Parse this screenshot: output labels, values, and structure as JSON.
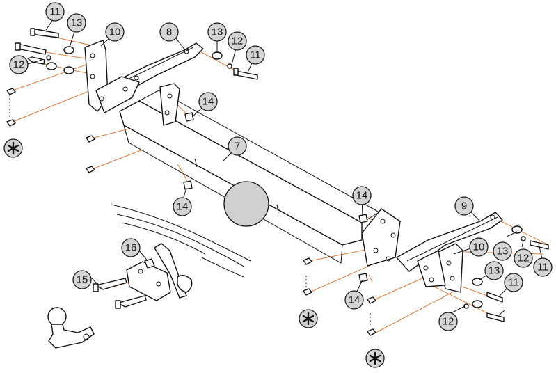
{
  "callouts": {
    "c7": "7",
    "c8": "8",
    "c9": "9",
    "c10_left": "10",
    "c10_right": "10",
    "c11_top_left": "11",
    "c11_top_right": "11",
    "c11_right_upper": "11",
    "c11_right_lower": "11",
    "c12_left": "12",
    "c12_top_right": "12",
    "c12_right_mid": "12",
    "c12_right_low": "12",
    "c13_left": "13",
    "c13_top_right": "13",
    "c13_right_mid": "13",
    "c13_right_low": "13",
    "c14_upper": "14",
    "c14_mid": "14",
    "c14_right_upper": "14",
    "c14_right_lower": "14",
    "c15": "15",
    "c16": "16"
  },
  "markers": {
    "star_left": "*",
    "star_mid": "*",
    "star_bottom": "*"
  },
  "colors": {
    "leader_lines": "#e07a3c",
    "callout_fill": "#d4d4d4",
    "hitch_ball": "#d0d0d0"
  }
}
